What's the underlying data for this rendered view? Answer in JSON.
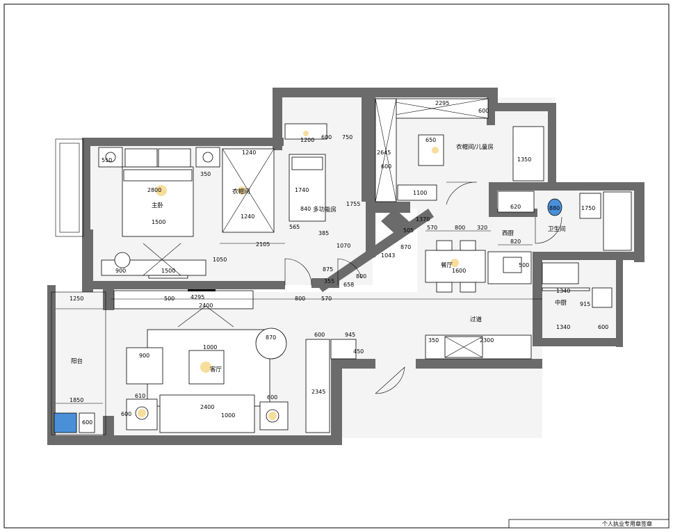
{
  "rooms": {
    "master_bedroom": "主卧",
    "cloakroom": "衣帽间",
    "balcony": "阳台",
    "living_room": "客厅",
    "dining_room": "餐厅",
    "hallway": "过道",
    "kitchen": "中厨",
    "bathroom": "卫生间",
    "multi_room": "多功能房",
    "study_cloak": "衣帽间/儿童房",
    "west_kitchen": "西厨"
  },
  "dimensions": {
    "outer_2295": "2295",
    "outer_600a": "600",
    "d750": "750",
    "d1200": "1200",
    "d600b": "600",
    "d650": "650",
    "d2645": "2645",
    "d600c": "600",
    "d1350": "1350",
    "d1240a": "1240",
    "d1240b": "1240",
    "d550": "550",
    "d350": "350",
    "d2800": "2800",
    "d1500a": "1500",
    "d1740": "1740",
    "d840": "840",
    "d1755": "1755",
    "d1100": "1100",
    "d620": "620",
    "d880": "880",
    "d1750": "1750",
    "d565": "565",
    "d385": "385",
    "d2105": "2105",
    "d1070": "1070",
    "d570a": "570",
    "d800a": "800",
    "d320": "320",
    "d820": "820",
    "d1370": "1370",
    "d505": "505",
    "d870": "870",
    "d1043": "1043",
    "d800b": "800",
    "d658": "658",
    "d875": "875",
    "d355": "355",
    "d1600": "1600",
    "d500": "500",
    "d1340a": "1340",
    "d1340b": "1340",
    "d915": "915",
    "d600d": "600",
    "d1050": "1050",
    "d1500b": "1500",
    "d900": "900",
    "d4295": "4295",
    "d2400a": "2400",
    "d800c": "800",
    "d570b": "570",
    "d1250": "1250",
    "d500b": "500",
    "d1000": "1000",
    "d870b": "870",
    "d900b": "900",
    "d600e": "600",
    "d945": "945",
    "d450": "450",
    "d2345": "2345",
    "d2400b": "2400",
    "d1000b": "1000",
    "d610": "610",
    "d600f": "600",
    "d600g": "600",
    "d1850": "1850",
    "d600h": "600",
    "d2300": "2300",
    "d350b": "350"
  },
  "footer": {
    "stamp": "个人执业专用章签章"
  }
}
